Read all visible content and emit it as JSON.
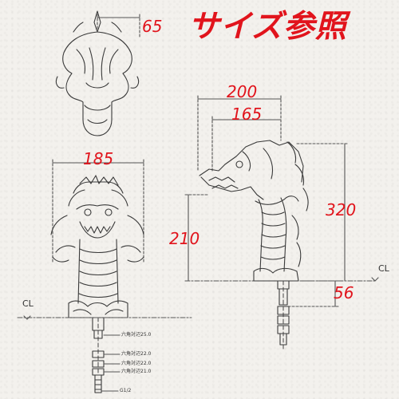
{
  "headline": "サイズ参照",
  "dimensions": {
    "top_width": "65",
    "front_width": "185",
    "side_reach_total": "200",
    "side_reach_spout": "165",
    "side_height": "320",
    "side_spout_height": "210",
    "side_base_offset": "56"
  },
  "centerline_label_left": "CL",
  "centerline_label_right": "CL",
  "fitting_notes": {
    "hex_25": "六角対辺25.0",
    "hex_22": "六角対辺22.0",
    "hex_22b": "六角対辺22.0",
    "hex_21": "六角対辺21.0",
    "thread": "G1/2"
  },
  "colors": {
    "accent": "#e1141c",
    "line": "#3a3a3a",
    "dimline": "#555555"
  }
}
